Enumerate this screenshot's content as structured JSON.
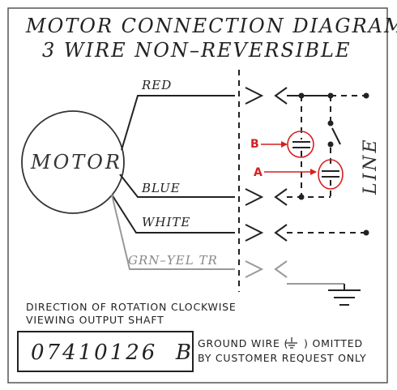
{
  "title": {
    "line1": "MOTOR CONNECTION DIAGRAM",
    "line2": "3 WIRE NON–REVERSIBLE"
  },
  "motor_label": "MOTOR",
  "wires": {
    "red": "RED",
    "blue": "BLUE",
    "white": "WHITE",
    "ground": "GRN–YEL TR"
  },
  "line_label": "LINE",
  "capacitors": {
    "b": "B",
    "a": "A"
  },
  "notes": {
    "rotation_line1": "DIRECTION OF ROTATION CLOCKWISE",
    "rotation_line2": "VIEWING OUTPUT SHAFT",
    "ground_line1": "GROUND WIRE (",
    "ground_line1_end": ") OMITTED",
    "ground_line2": "BY CUSTOMER REQUEST ONLY"
  },
  "part_number": "07410126  B",
  "colors": {
    "ink": "#222222",
    "annotation": "#d42020",
    "ground_wire": "#999999"
  }
}
